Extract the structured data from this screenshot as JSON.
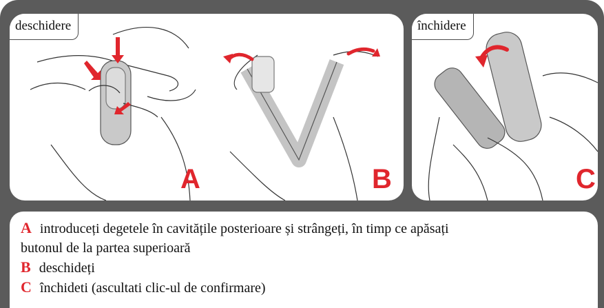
{
  "panels": {
    "open_tab": "deschidere",
    "close_tab": "închidere",
    "letter_a": "A",
    "letter_b": "B",
    "letter_c": "C"
  },
  "legend": {
    "a_key": "A",
    "a_text_line1": "introduceți degetele în cavitățile posterioare și strângeți, în timp ce apăsați",
    "a_text_line2": "butonul de la partea superioară",
    "b_key": "B",
    "b_text": "deschideți",
    "c_key": "C",
    "c_text": "închideti (ascultati clic-ul de confirmare)"
  },
  "colors": {
    "frame": "#5b5b5b",
    "accent_red": "#e0262d",
    "device_gray": "#c9c9c9"
  }
}
